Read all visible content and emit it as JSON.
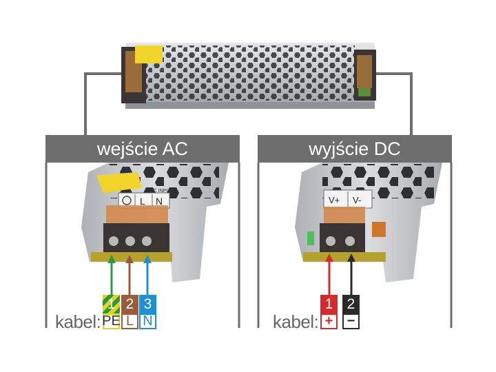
{
  "panels": {
    "left": {
      "title": "wejście AC"
    },
    "right": {
      "title": "wyjście DC"
    }
  },
  "device_labels": {
    "ac_input": "AC INPUT",
    "terminal_l": "L",
    "terminal_n": "N",
    "terminal_vplus": "V+",
    "terminal_vminus": "V-"
  },
  "cable_legend": {
    "prefix": "kabel:",
    "left": [
      {
        "number": "1",
        "label": "PE",
        "color": "#e5d21e",
        "stripe": "#2a9a3c"
      },
      {
        "number": "2",
        "label": "L",
        "color": "#9a5a3c"
      },
      {
        "number": "3",
        "label": "N",
        "color": "#1e90d2"
      }
    ],
    "right": [
      {
        "number": "1",
        "label": "+",
        "color": "#d42a2a"
      },
      {
        "number": "2",
        "label": "−",
        "color": "#2a2a2a"
      }
    ]
  },
  "colors": {
    "frame": "#6e6e6e",
    "metal": "#c8c9cb",
    "terminal_block": "#3a3434"
  }
}
